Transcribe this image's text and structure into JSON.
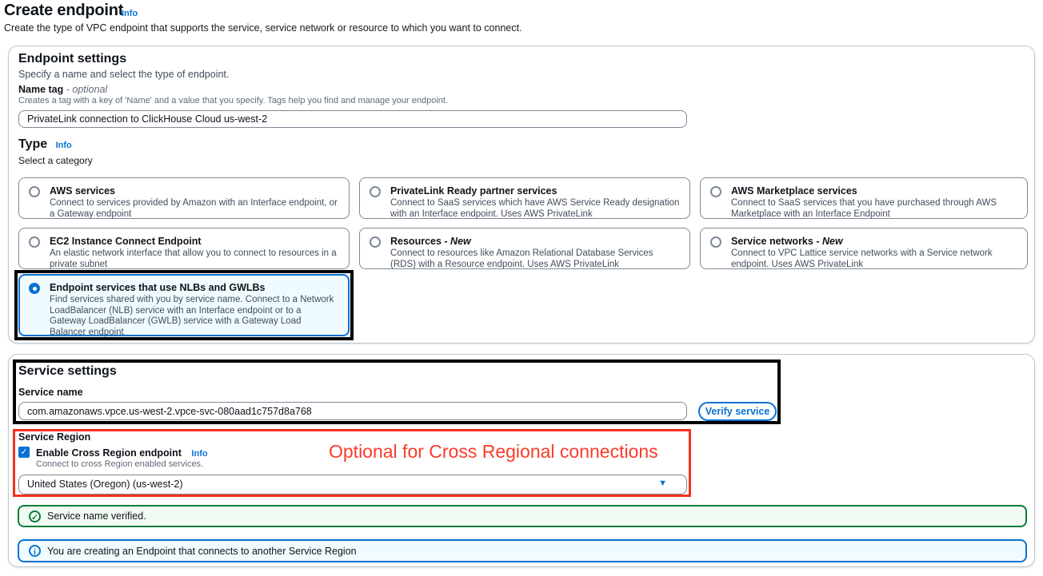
{
  "page": {
    "title": "Create endpoint",
    "info_label": "Info",
    "subtitle": "Create the type of VPC endpoint that supports the service, service network or resource to which you want to connect."
  },
  "endpoint_settings": {
    "title": "Endpoint settings",
    "description": "Specify a name and select the type of endpoint.",
    "name_tag": {
      "label": "Name tag",
      "optional_label": "- optional",
      "help": "Creates a tag with a key of 'Name' and a value that you specify. Tags help you find and manage your endpoint.",
      "value": "PrivateLink connection to ClickHouse Cloud us-west-2"
    },
    "type": {
      "label": "Type",
      "info_label": "Info",
      "description": "Select a category",
      "options": [
        {
          "title": "AWS services",
          "new_label": "",
          "description": "Connect to services provided by Amazon with an Interface endpoint, or a Gateway endpoint",
          "selected": false
        },
        {
          "title": "PrivateLink Ready partner services",
          "new_label": "",
          "description": "Connect to SaaS services which have AWS Service Ready designation with an Interface endpoint. Uses AWS PrivateLink",
          "selected": false
        },
        {
          "title": "AWS Marketplace services",
          "new_label": "",
          "description": "Connect to SaaS services that you have purchased through AWS Marketplace with an Interface Endpoint",
          "selected": false
        },
        {
          "title": "EC2 Instance Connect Endpoint",
          "new_label": "",
          "description": "An elastic network interface that allow you to connect to resources in a private subnet",
          "selected": false
        },
        {
          "title": "Resources",
          "new_label": "- New",
          "description": "Connect to resources like Amazon Relational Database Services (RDS) with a Resource endpoint. Uses AWS PrivateLink",
          "selected": false
        },
        {
          "title": "Service networks",
          "new_label": "- New",
          "description": "Connect to VPC Lattice service networks with a Service network endpoint. Uses AWS PrivateLink",
          "selected": false
        },
        {
          "title": "Endpoint services that use NLBs and GWLBs",
          "new_label": "",
          "description": "Find services shared with you by service name. Connect to a Network LoadBalancer (NLB) service with an Interface endpoint or to a Gateway LoadBalancer (GWLB) service with a Gateway Load Balancer endpoint",
          "selected": true
        }
      ]
    }
  },
  "service_settings": {
    "title": "Service settings",
    "service_name": {
      "label": "Service name",
      "value": "com.amazonaws.vpce.us-west-2.vpce-svc-080aad1c757d8a768"
    },
    "verify_button_label": "Verify service",
    "service_region": {
      "label": "Service Region",
      "checkbox_label": "Enable Cross Region endpoint",
      "info_label": "Info",
      "checkbox_help": "Connect to cross Region enabled services.",
      "checkbox_checked": true,
      "check_glyph": "✓",
      "selected_region": "United States (Oregon) (us-west-2)",
      "caret_glyph": "▼"
    },
    "annotation_text": "Optional for Cross Regional connections"
  },
  "alerts": {
    "success": {
      "text": "Service name verified.",
      "icon_glyph": "✓"
    },
    "info": {
      "text": "You are creating an Endpoint that connects to another Service Region",
      "icon_glyph": "i"
    }
  },
  "colors": {
    "accent_blue": "#0972d3",
    "success_green": "#067d36",
    "annotation_red": "#f5301d",
    "selected_tile_bg": "#f0fbff"
  }
}
